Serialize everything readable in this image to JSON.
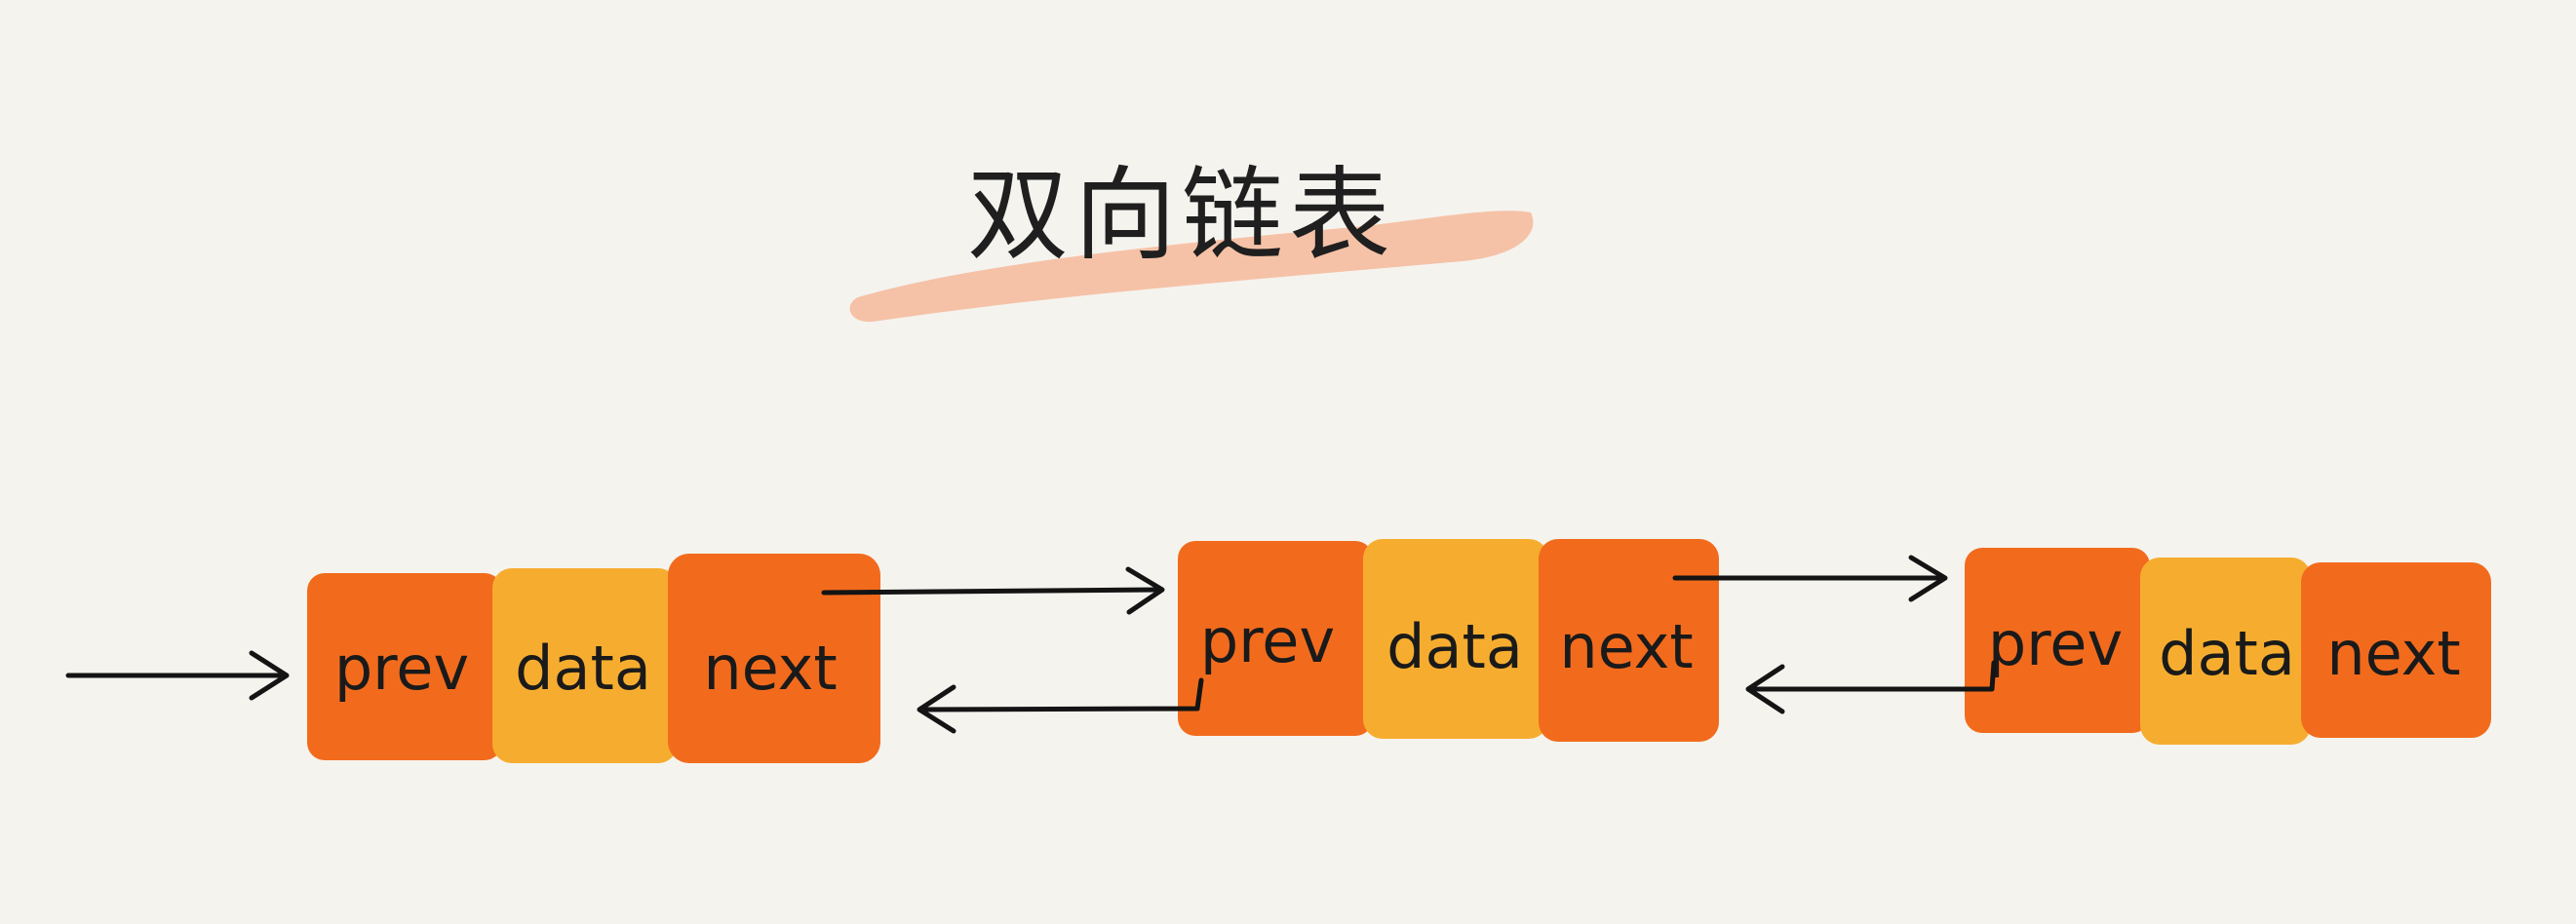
{
  "title": "双向链表",
  "colors": {
    "background": "#f5f3ee",
    "pointer_cell": "#f26b1d",
    "data_cell": "#f6ad2f",
    "title_highlight": "#f4b99a",
    "arrow": "#141414"
  },
  "nodes": [
    {
      "prev": "prev",
      "data": "data",
      "next": "next"
    },
    {
      "prev": "prev",
      "data": "data",
      "next": "next"
    },
    {
      "prev": "prev",
      "data": "data",
      "next": "next"
    }
  ]
}
